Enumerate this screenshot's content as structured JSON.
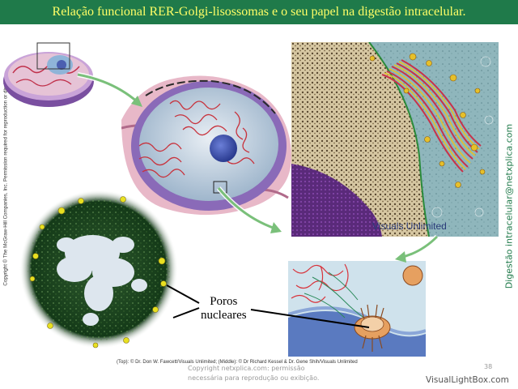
{
  "slide": {
    "title": "Relação funcional RER-Golgi-lisossomas e o seu papel na digestão intracelular.",
    "side_copyright": "Copyright © The McGraw-Hill Companies, Inc. Permission required for reproduction or display.",
    "side_watermark": "Digestão intracelular@netxplica.com",
    "label_poros_line1": "Poros",
    "label_poros_line2": "nucleares",
    "micrograph_watermark": "Visuals Unlimited",
    "credit_line": "(Top): © Dr. Don W. Fawcett/Visuals Unlimited; (Middle): © Dr Richard Kessel & Dr. Gene Shih/Visuals Unlimited",
    "copyright_line1": "Copyright netxplica.com: permissão",
    "copyright_line2": "necessária para reprodução ou exibição.",
    "page_number": "38",
    "site_watermark": "VisualLightBox.com"
  },
  "colors": {
    "title_bar": "#1f7a4a",
    "title_text": "#ffff66",
    "side_watermark": "#1f7a4a"
  }
}
